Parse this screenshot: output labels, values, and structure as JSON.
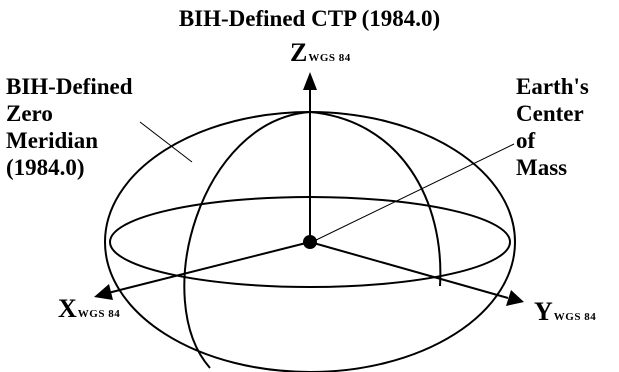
{
  "title": "BIH-Defined CTP (1984.0)",
  "labels": {
    "zero_meridian": [
      "BIH-Defined",
      "Zero",
      "Meridian",
      "(1984.0)"
    ],
    "center_of_mass": [
      "Earth's",
      "Center",
      "of",
      "Mass"
    ]
  },
  "axes": {
    "z": {
      "letter": "Z",
      "subscript": "WGS 84"
    },
    "x": {
      "letter": "X",
      "subscript": "WGS 84"
    },
    "y": {
      "letter": "Y",
      "subscript": "WGS 84"
    }
  },
  "colors": {
    "line": "#000000",
    "background": "#ffffff"
  }
}
